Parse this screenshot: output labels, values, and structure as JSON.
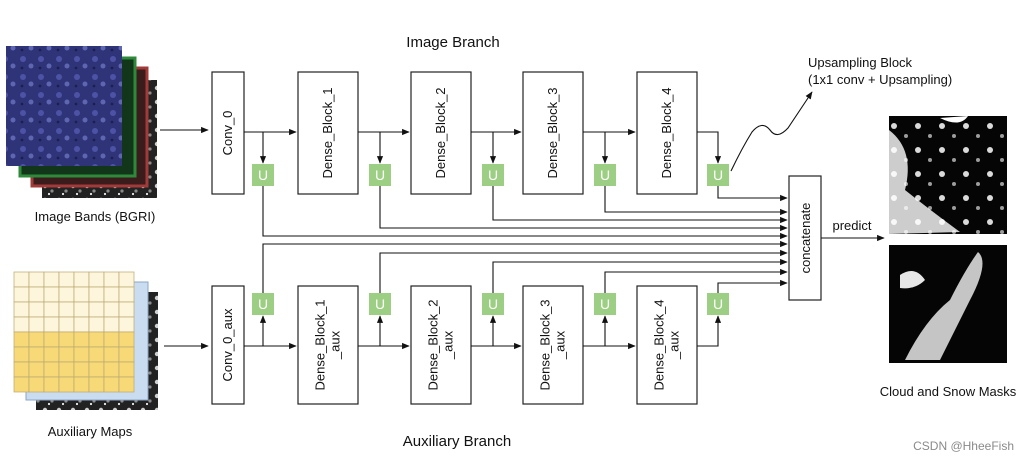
{
  "titles": {
    "image_branch": "Image Branch",
    "auxiliary_branch": "Auxiliary Branch"
  },
  "inputs": {
    "image_bands": "Image Bands (BGRI)",
    "auxiliary_maps": "Auxiliary Maps"
  },
  "image_blocks": [
    "Conv_0",
    "Dense_Block_1",
    "Dense_Block_2",
    "Dense_Block_3",
    "Dense_Block_4"
  ],
  "aux_blocks": [
    [
      "Conv_0_aux"
    ],
    [
      "Dense_Block_1",
      "_aux"
    ],
    [
      "Dense_Block_2",
      "_aux"
    ],
    [
      "Dense_Block_3",
      "_aux"
    ],
    [
      "Dense_Block_4",
      "_aux"
    ]
  ],
  "upsample_label": "U",
  "upsampling_note": {
    "line1": "Upsampling Block",
    "line2": "(1x1 conv + Upsampling)"
  },
  "concat_label": "concatenate",
  "predict_label": "predict",
  "output_label": "Cloud and Snow Masks",
  "watermark": "CSDN @HheeFish",
  "colors": {
    "upsample_fill": "#9ccf83",
    "band_blue": "#3a3f8c",
    "band_green": "#2e8a3a",
    "band_red": "#a33a3a",
    "grid_cream": "#fdf6dc",
    "grid_yellow": "#f7d978",
    "grid_blue": "#c9dcf0"
  }
}
